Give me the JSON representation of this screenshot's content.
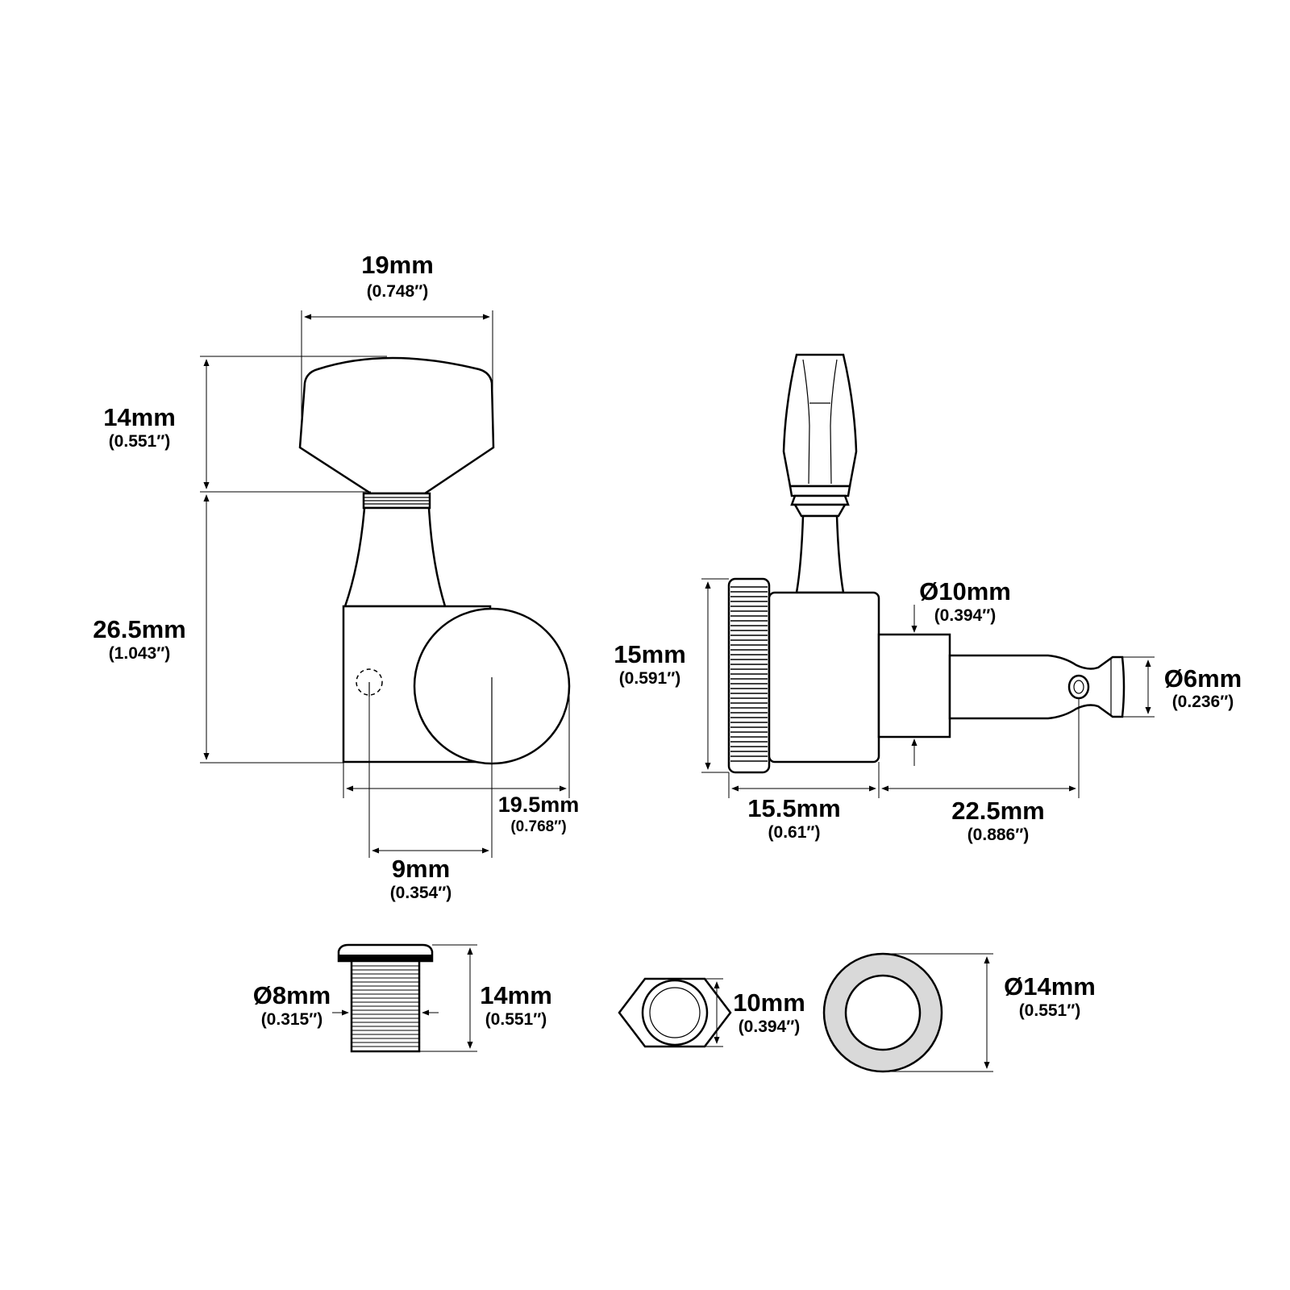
{
  "dimensions": {
    "knob_width": {
      "mm": "19mm",
      "inch": "(0.748″)"
    },
    "knob_height": {
      "mm": "14mm",
      "inch": "(0.551″)"
    },
    "body_height": {
      "mm": "26.5mm",
      "inch": "(1.043″)"
    },
    "body_width": {
      "mm": "19.5mm",
      "inch": "(0.768″)"
    },
    "post_offset": {
      "mm": "9mm",
      "inch": "(0.354″)"
    },
    "housing_height": {
      "mm": "15mm",
      "inch": "(0.591″)"
    },
    "housing_depth": {
      "mm": "15.5mm",
      "inch": "(0.61″)"
    },
    "post_base_diameter": {
      "mm": "Ø10mm",
      "inch": "(0.394″)"
    },
    "post_diameter": {
      "mm": "Ø6mm",
      "inch": "(0.236″)"
    },
    "post_length": {
      "mm": "22.5mm",
      "inch": "(0.886″)"
    },
    "bushing_diameter": {
      "mm": "Ø8mm",
      "inch": "(0.315″)"
    },
    "bushing_length": {
      "mm": "14mm",
      "inch": "(0.551″)"
    },
    "hex_nut_size": {
      "mm": "10mm",
      "inch": "(0.394″)"
    },
    "washer_diameter": {
      "mm": "Ø14mm",
      "inch": "(0.551″)"
    }
  },
  "colors": {
    "line": "#000000",
    "washer_fill": "#d9d9d9",
    "background": "#ffffff"
  }
}
